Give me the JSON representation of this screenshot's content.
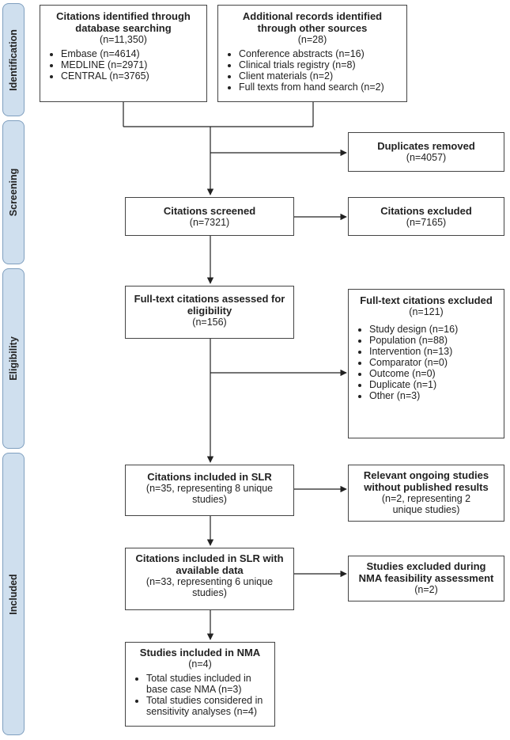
{
  "phases": {
    "identification": "Identification",
    "screening": "Screening",
    "eligibility": "Eligibility",
    "included": "Included"
  },
  "boxes": {
    "database_search": {
      "title": "Citations identified through database searching",
      "count": "(n=11,350)",
      "items": [
        "Embase (n=4614)",
        "MEDLINE (n=2971)",
        "CENTRAL (n=3765)"
      ]
    },
    "other_sources": {
      "title": "Additional records identified through other sources",
      "count": "(n=28)",
      "items": [
        "Conference abstracts (n=16)",
        "Clinical trials registry (n=8)",
        "Client materials (n=2)",
        "Full texts from hand search (n=2)"
      ]
    },
    "duplicates_removed": {
      "title": "Duplicates removed",
      "count": "(n=4057)"
    },
    "citations_screened": {
      "title": "Citations screened",
      "count": "(n=7321)"
    },
    "citations_excluded": {
      "title": "Citations excluded",
      "count": "(n=7165)"
    },
    "fulltext_assessed": {
      "title": "Full-text citations assessed for eligibility",
      "count": "(n=156)"
    },
    "fulltext_excluded": {
      "title": "Full-text citations excluded",
      "count": "(n=121)",
      "items": [
        "Study design (n=16)",
        "Population (n=88)",
        "Intervention (n=13)",
        "Comparator (n=0)",
        "Outcome (n=0)",
        "Duplicate (n=1)",
        "Other (n=3)"
      ]
    },
    "included_slr": {
      "title": "Citations included in SLR",
      "count": "(n=35, representing 8 unique studies)"
    },
    "ongoing_studies": {
      "title": "Relevant ongoing studies without published results",
      "count": "(n=2, representing 2 unique studies)"
    },
    "included_slr_data": {
      "title": "Citations included in SLR with available data",
      "count": "(n=33, representing 6 unique studies)"
    },
    "nma_feasibility_excluded": {
      "title": "Studies excluded during NMA feasibility assessment",
      "count": "(n=2)"
    },
    "included_nma": {
      "title": "Studies included in NMA",
      "count": "(n=4)",
      "items": [
        "Total studies included in base case NMA (n=3)",
        "Total studies considered in sensitivity analyses (n=4)"
      ]
    }
  }
}
